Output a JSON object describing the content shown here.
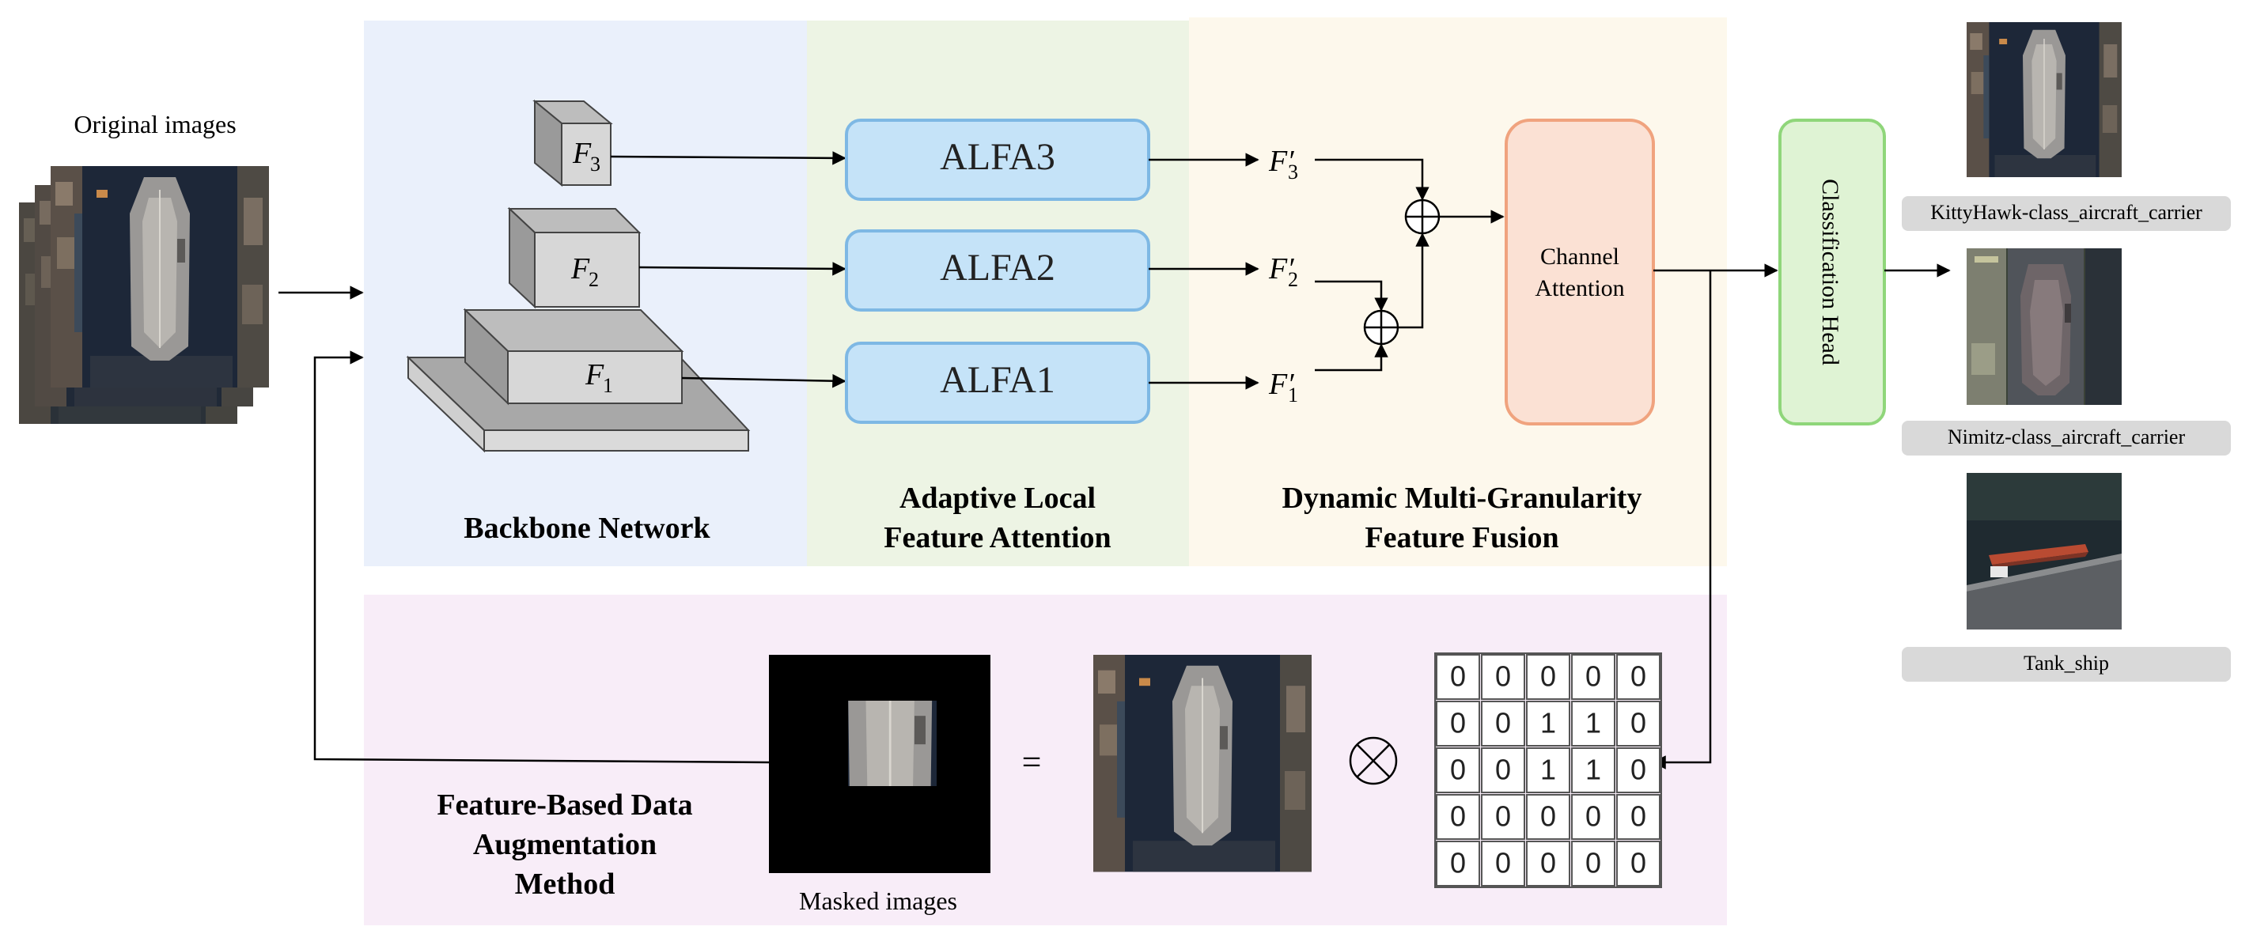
{
  "diagram": {
    "input": {
      "label": "Original images"
    },
    "panels": {
      "backbone": {
        "title": "Backbone Network"
      },
      "alfa": {
        "title_line1": "Adaptive Local",
        "title_line2": "Feature Attention"
      },
      "fusion": {
        "title_line1": "Dynamic Multi-Granularity",
        "title_line2": "Feature Fusion"
      },
      "augmentation": {
        "title_line1": "Feature-Based Data",
        "title_line2": "Augmentation",
        "title_line3": "Method"
      }
    },
    "features": [
      {
        "var": "F",
        "sub": "3"
      },
      {
        "var": "F",
        "sub": "2"
      },
      {
        "var": "F",
        "sub": "1"
      }
    ],
    "refined_features": [
      {
        "var": "F′",
        "sub": "3"
      },
      {
        "var": "F′",
        "sub": "2"
      },
      {
        "var": "F′",
        "sub": "1"
      }
    ],
    "alfa_blocks": [
      "ALFA3",
      "ALFA2",
      "ALFA1"
    ],
    "channel_attention": {
      "line1": "Channel",
      "line2": "Attention"
    },
    "classification_head": {
      "label": "Classification Head"
    },
    "outputs": [
      {
        "label": "KittyHawk-class_aircraft_carrier"
      },
      {
        "label": "Nimitz-class_aircraft_carrier"
      },
      {
        "label": "Tank_ship"
      }
    ],
    "masked": {
      "label": "Masked images",
      "equals": "="
    },
    "mask_matrix": [
      [
        0,
        0,
        0,
        0,
        0
      ],
      [
        0,
        0,
        1,
        1,
        0
      ],
      [
        0,
        0,
        1,
        1,
        0
      ],
      [
        0,
        0,
        0,
        0,
        0
      ],
      [
        0,
        0,
        0,
        0,
        0
      ]
    ],
    "colors": {
      "alfa_fill": "#c5e3f8",
      "channel_attention_fill": "#fbe1d4",
      "classification_head_fill": "#dff3d4",
      "panel_backbone": "#eaf0fb",
      "panel_alfa": "#edf4e4",
      "panel_fusion": "#fdf8ec",
      "panel_augmentation": "#f8edf8"
    }
  }
}
